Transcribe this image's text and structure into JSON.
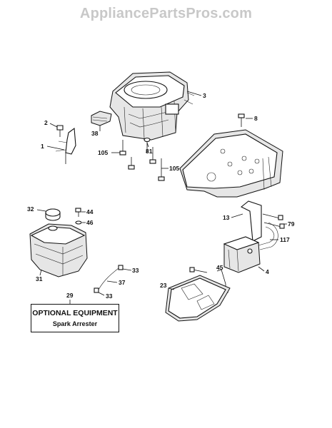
{
  "watermark": "AppliancePartsPros.com",
  "callouts": {
    "c3": "3",
    "c8": "8",
    "c2": "2",
    "c1": "1",
    "c38": "38",
    "c105a": "105",
    "c81": "81",
    "c105b": "105",
    "c32": "32",
    "c44": "44",
    "c46": "46",
    "c31": "31",
    "c33a": "33",
    "c37": "37",
    "c33b": "33",
    "c13": "13",
    "c79": "79",
    "c117": "117",
    "c45": "45",
    "c4": "4",
    "c23": "23",
    "c29": "29"
  },
  "optional_box": {
    "title": "OPTIONAL EQUIPMENT",
    "subtitle": "Spark Arrester"
  }
}
